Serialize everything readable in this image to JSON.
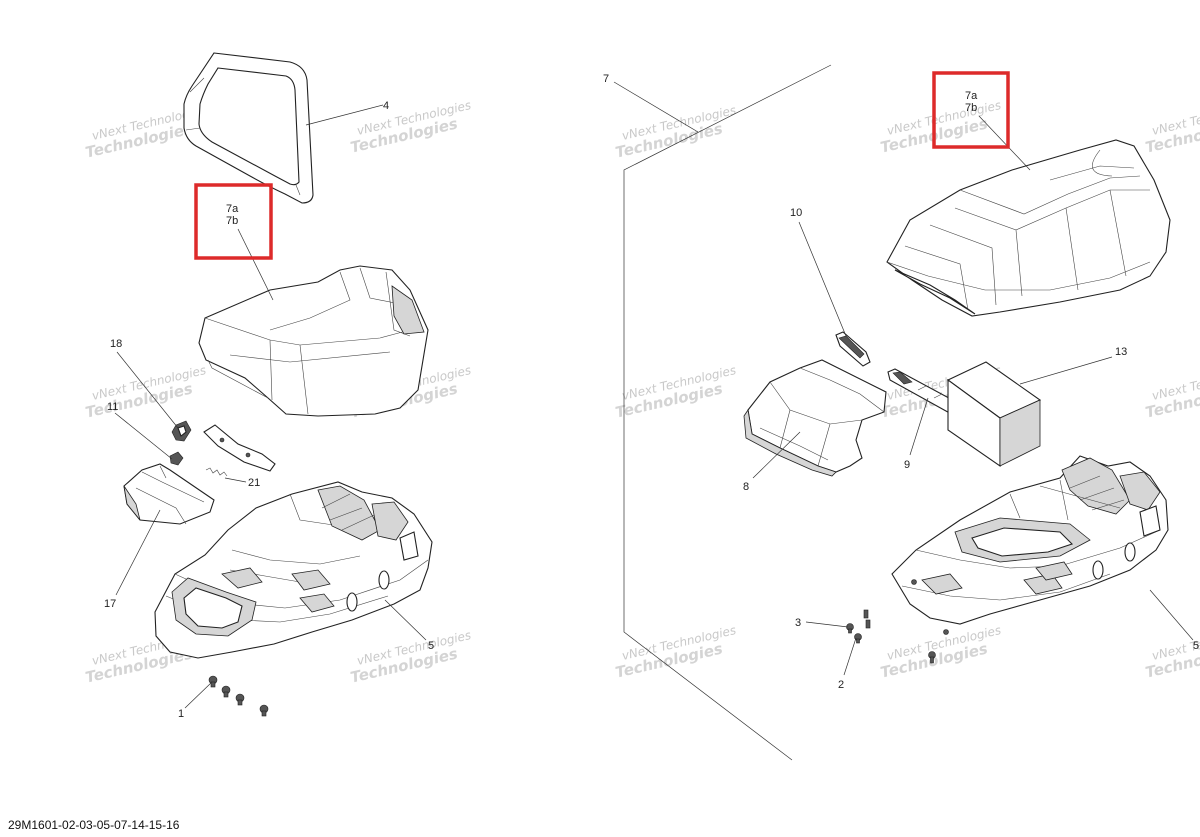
{
  "diagram_id": "29M1601-02-03-05-07-14-15-16",
  "watermark": {
    "line1": "vNext Technologies",
    "line2": "Technologies"
  },
  "callouts": {
    "c4": "4",
    "c7": "7",
    "c7a": "7a",
    "c7b": "7b",
    "c18": "18",
    "c11": "11",
    "c21": "21",
    "c17": "17",
    "c5": "5",
    "c1": "1",
    "c10": "10",
    "c13": "13",
    "c9": "9",
    "c8": "8",
    "c3": "3",
    "c2": "2"
  },
  "highlight_color": "#dd2a2a"
}
